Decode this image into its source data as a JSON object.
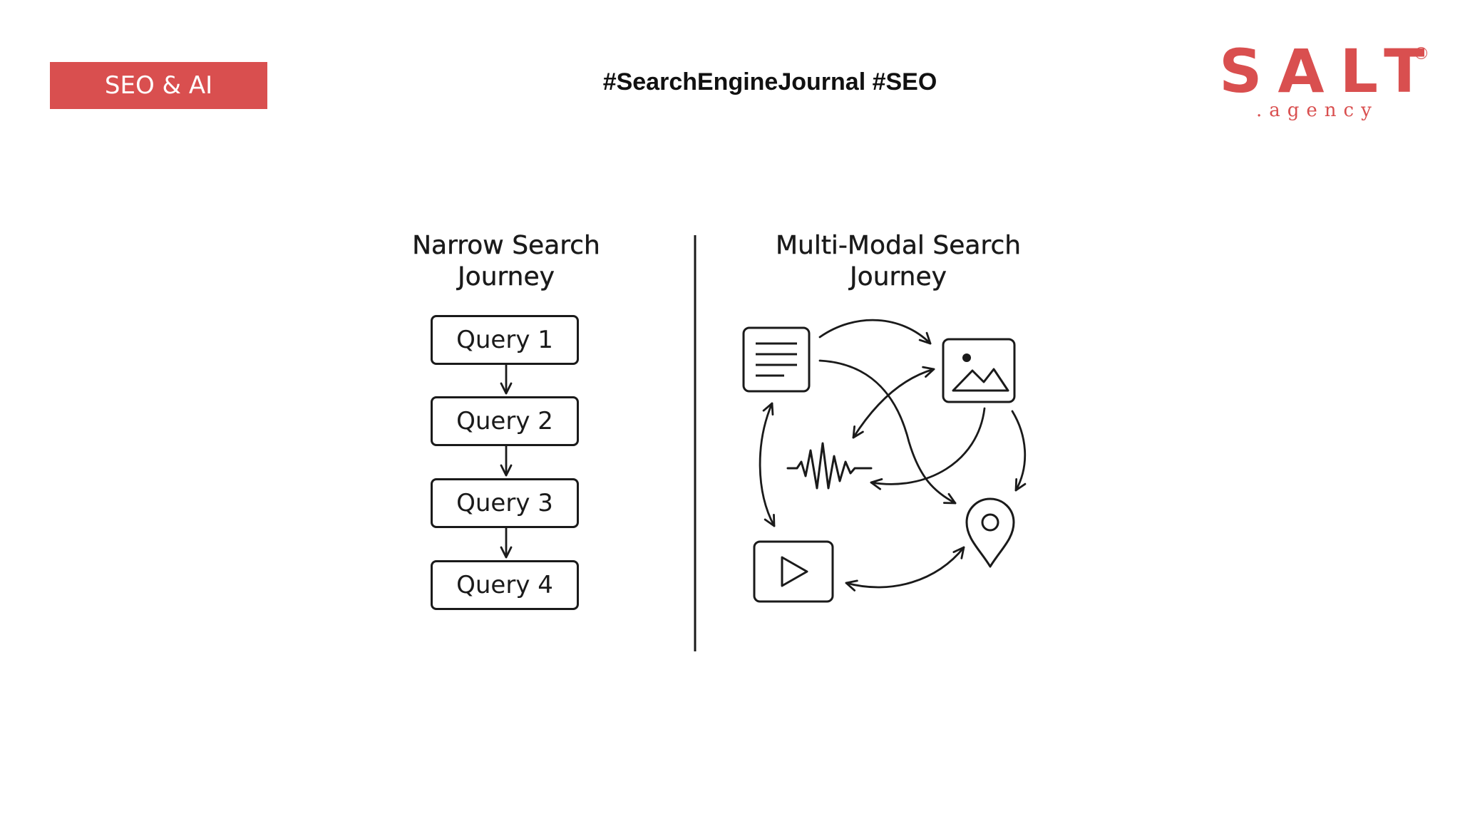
{
  "header": {
    "tag_label": "SEO & AI",
    "hashtags": "#SearchEngineJournal #SEO",
    "logo": {
      "main": "SALT",
      "sub": ".agency",
      "registered": "®",
      "color": "#d94f4f"
    }
  },
  "diagram": {
    "left_panel": {
      "title_line1": "Narrow Search",
      "title_line2": "Journey",
      "queries": [
        "Query 1",
        "Query 2",
        "Query 3",
        "Query 4"
      ]
    },
    "right_panel": {
      "title_line1": "Multi-Modal Search",
      "title_line2": "Journey",
      "nodes": [
        "document-icon",
        "image-icon",
        "audio-wave-icon",
        "video-play-icon",
        "location-pin-icon"
      ]
    }
  },
  "colors": {
    "accent": "#d94f4f",
    "ink": "#1a1a1a",
    "background": "#ffffff"
  }
}
